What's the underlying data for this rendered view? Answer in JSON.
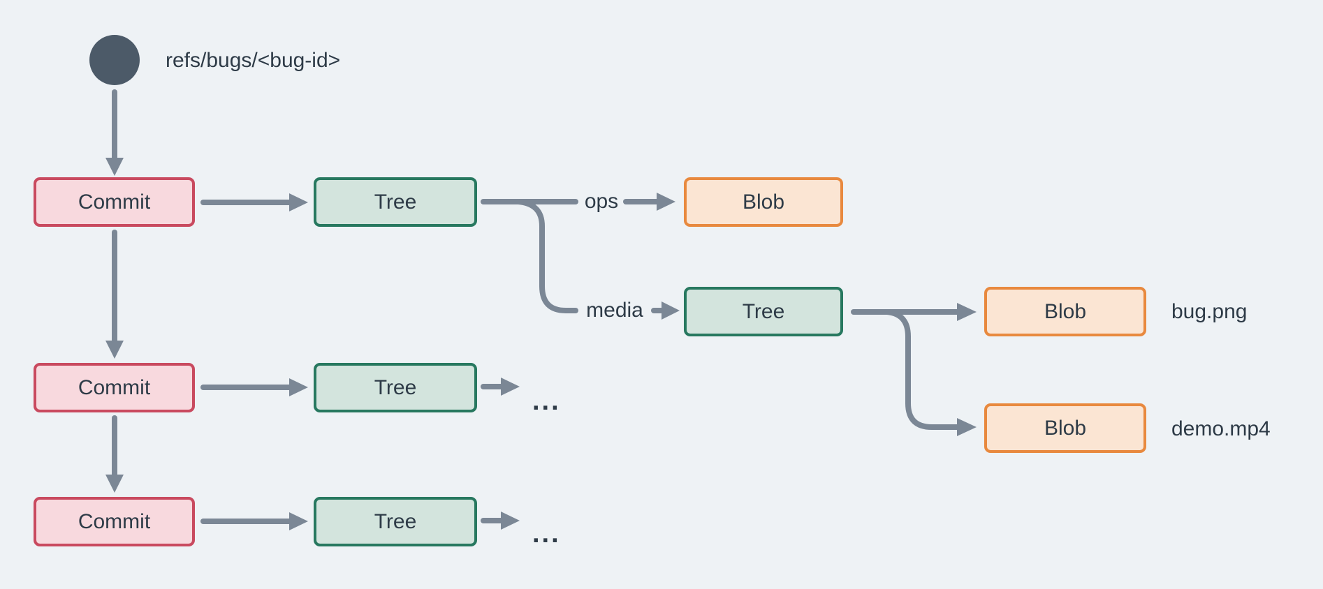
{
  "diagram": {
    "title_hint": "git object graph for a bug ref",
    "ref": {
      "label": "refs/bugs/<bug-id>"
    },
    "rows": [
      {
        "commit": "Commit",
        "tree": "Tree"
      },
      {
        "commit": "Commit",
        "tree": "Tree",
        "more": "..."
      },
      {
        "commit": "Commit",
        "tree": "Tree",
        "more": "..."
      }
    ],
    "root_tree_edges": [
      {
        "label": "ops",
        "target": "Blob"
      },
      {
        "label": "media",
        "target": "Tree"
      }
    ],
    "media_tree_edges": [
      {
        "target": "Blob",
        "file": "bug.png"
      },
      {
        "target": "Blob",
        "file": "demo.mp4"
      }
    ],
    "colors": {
      "background": "#eef2f5",
      "ref_dot": "#4c5a68",
      "connector": "#7b8795",
      "text": "#2e3b47",
      "commit_fill": "#f8d9de",
      "commit_border": "#c94a5f",
      "tree_fill": "#d3e4dd",
      "tree_border": "#27785f",
      "blob_fill": "#fbe5d3",
      "blob_border": "#e8893e"
    }
  }
}
